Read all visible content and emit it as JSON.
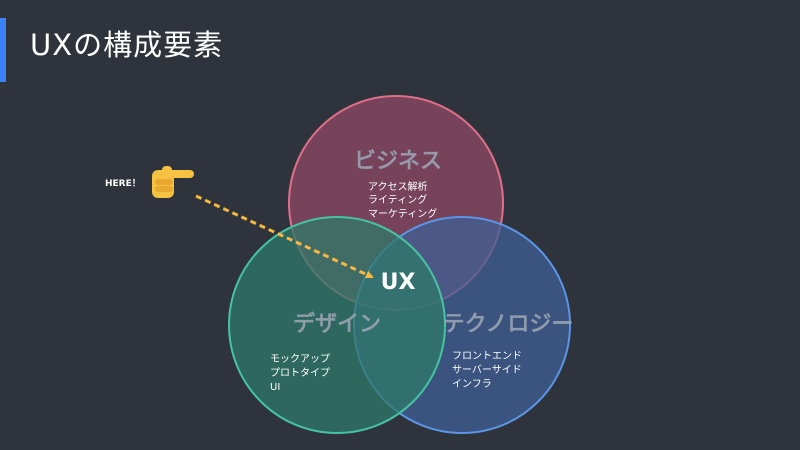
{
  "slide": {
    "title": "UXの構成要素",
    "accent_color": "#3b82f6"
  },
  "diagram": {
    "center_label": "UX",
    "pointer": {
      "label": "HERE！",
      "icon": "pointing-hand-icon",
      "arrow_color": "#f5b942"
    },
    "circles": [
      {
        "id": "business",
        "title": "ビジネス",
        "items": [
          "アクセス解析",
          "ライティング",
          "マーケティング"
        ],
        "fill": "#8f4a64",
        "stroke": "#e0708a"
      },
      {
        "id": "design",
        "title": "デザイン",
        "items": [
          "モックアップ",
          "プロトタイプ",
          "UI"
        ],
        "fill": "#2f7a6a",
        "stroke": "#46c3a0"
      },
      {
        "id": "technology",
        "title": "テクノロジー",
        "items": [
          "フロントエンド",
          "サーバーサイド",
          "インフラ"
        ],
        "fill": "#3f5f95",
        "stroke": "#5b95e6"
      }
    ]
  }
}
